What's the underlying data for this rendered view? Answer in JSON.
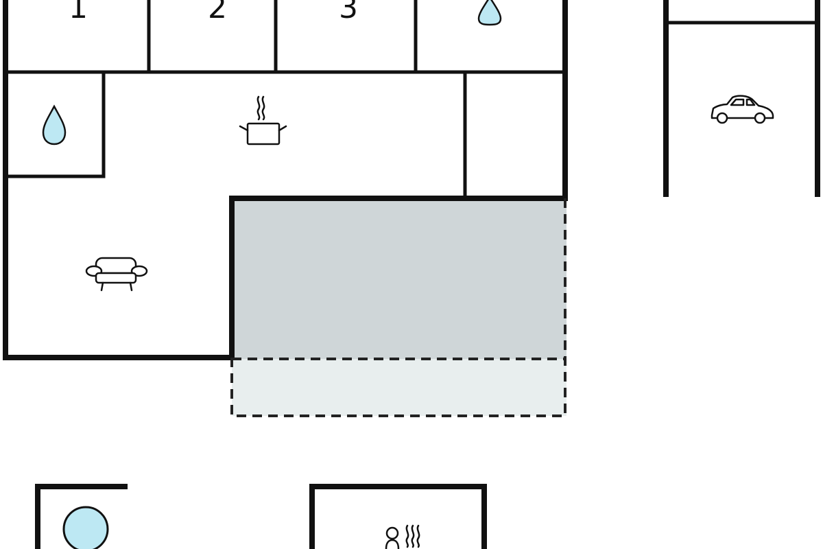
{
  "rooms": [
    {
      "number": "1"
    },
    {
      "number": "2"
    },
    {
      "number": "3"
    }
  ],
  "icons": {
    "water": "water-drop-icon",
    "kitchen": "cooking-pot-icon",
    "living": "sofa-icon",
    "garage": "car-icon",
    "pool": "pool-icon",
    "sauna": "sauna-icon"
  },
  "colors": {
    "wall": "#111111",
    "terrace": "#cfd6d8",
    "terrace_extension": "#e8eeee",
    "water": "#bde8f3"
  }
}
